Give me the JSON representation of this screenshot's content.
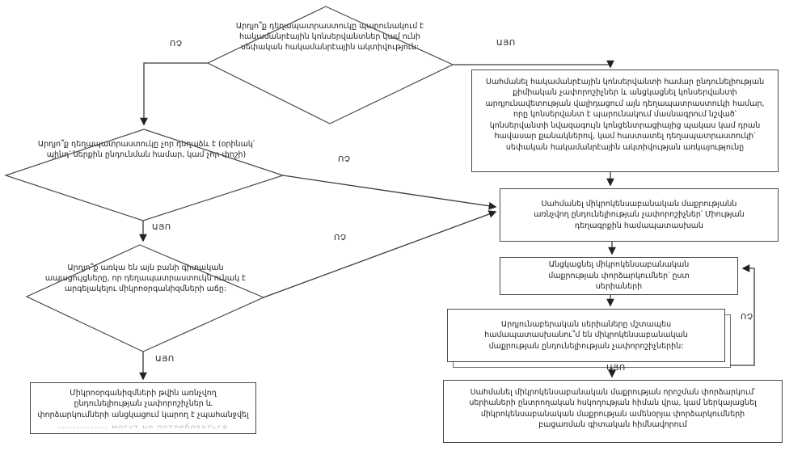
{
  "colors": {
    "background": "#ffffff",
    "line": "#4a4a4a",
    "text": "#1c1c1c",
    "faded_text": "#bdbdbd"
  },
  "labels": {
    "yes": "ԱՅՈ",
    "no": "ՈՉ"
  },
  "decisions": {
    "preservative": "Արդյո՞ք դեղապատրաստուկը պարունակում է հակամանրէային կոնսերվանտներ կամ ունի սեփական հակամանրէային ակտիվություն:",
    "dry_form": "Արդյո՞ք դեղապատրաստուկը չոր դեղաձև է (օրինակ՝ պինդ՝ ներքին ընդունման համար, կամ չոր փոշի)",
    "scientific_evidence": "Արդյո՞ք առկա են այն բանի գիտական ապացույցները, որ դեղապատրաստուկն ունակ է արգելակելու միկրոօրգանիզմների աճը:"
  },
  "processes": {
    "preservative_criteria": "Սահմանել հակամանրէային կոնսերվանտի համար ընդունելիության քիմիական չափորոշիչներ և անցկացնել կոնսերվանտի արդյունավետության վալիդացում այն դեղապատրաստուկի համար, որը կոնսերվանտ է պարունակում մասնագրում նշված՝ կոնսերվանտի նվազագույն կոնցենտրացիայից պակաս կամ դրան հավասար քանակներով, կամ հաստատել դեղապատրաստուկի՝ սեփական հակամանրէային ակտիվության առկայությունը",
    "purity_criteria": "Սահմանել միկրոկենսաբանական մաքրությանն առնչվող ընդունելիության չափորոշիչներ՝ Միության դեղագրքին համապատասխան",
    "batch_tests": "Անցկացնել միկրոկենսաբանական մաքրության փորձարկումներ՝ ըստ սերիաների",
    "batches_conform_question": "Արդյունաբերական սերիաները մշտապես համապատասխանու՞մ են միկրոկենսաբանական մաքրության ընդունելիության չափորոշիչներին:",
    "skip_or_justify": "Սահմանել միկրոկենսաբանական մաքրության որոշման փորձարկում՝ սերիաների ընտրողական հսկողության հիման վրա, կամ ներկայացնել միկրոկենսաբանական մաքրության ամենօրյա փորձարկումների բացառման գիտական հիմնավորում",
    "criteria_not_required": "Միկրոօրգանիզմների թվին առնչվող ընդունելիության չափորոշիչներ և փորձարկումների անցկացում կարող է չպահանջվել",
    "criteria_not_required_faded": "-------------- могут не потребоваться"
  }
}
